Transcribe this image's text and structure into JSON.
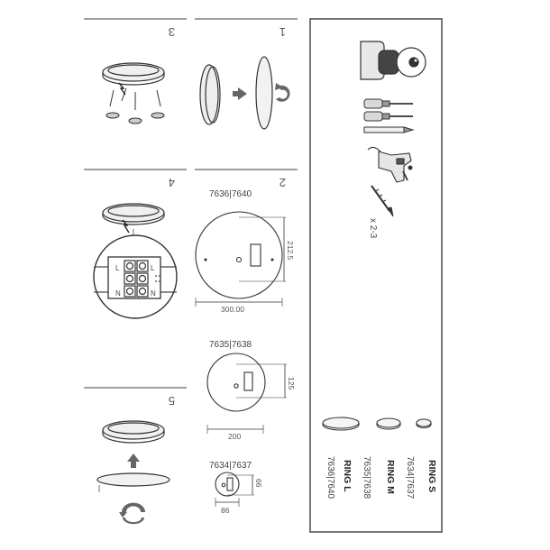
{
  "steps": {
    "s1": "1",
    "s2": "2",
    "s3": "3",
    "s4": "4",
    "s5": "5"
  },
  "models": {
    "large": "7636|7640",
    "medium": "7635|7638",
    "small": "7634|7637"
  },
  "dimensions": {
    "large_width": "300.00",
    "large_height": "212.5",
    "medium_width": "200",
    "medium_height": "125",
    "small_width": "86",
    "small_height": "66"
  },
  "terminal_labels": {
    "left_L": "L",
    "left_N": "N",
    "right_L": "L",
    "right_N": "N"
  },
  "tools": {
    "screw_count": "x 2-3"
  },
  "rings": [
    {
      "name": "RING S",
      "codes": "7634|7637"
    },
    {
      "name": "RING M",
      "codes": "7635|7638"
    },
    {
      "name": "RING L",
      "codes": "7636|7640"
    }
  ],
  "colors": {
    "line": "#555555",
    "panel_border": "#555555",
    "light_fill": "#e8e8e8"
  },
  "icons": [
    "glasses-safety-icon",
    "screwdriver-icon",
    "drill-icon",
    "screw-icon",
    "arrow-right-icon",
    "arrow-up-icon",
    "rotate-icon",
    "warning-bolt-icon"
  ]
}
